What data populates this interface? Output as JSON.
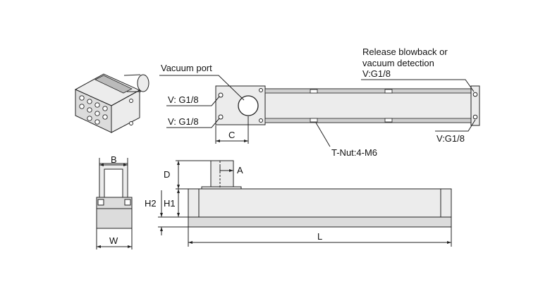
{
  "labels": {
    "release_line1": "Release blowback or",
    "release_line2": "vacuum detection",
    "release_port": "V:G1/8",
    "vacuum_port": "Vacuum port",
    "v_g1_top": "V:  G1/8",
    "v_g1_bottom": "V:  G1/8",
    "v_g1_right": "V:G1/8",
    "t_nut": "T-Nut:4-M6"
  },
  "dimensions": {
    "c": "C",
    "b": "B",
    "w": "W",
    "d": "D",
    "a": "A",
    "h1": "H1",
    "h2": "H2",
    "l": "L"
  }
}
